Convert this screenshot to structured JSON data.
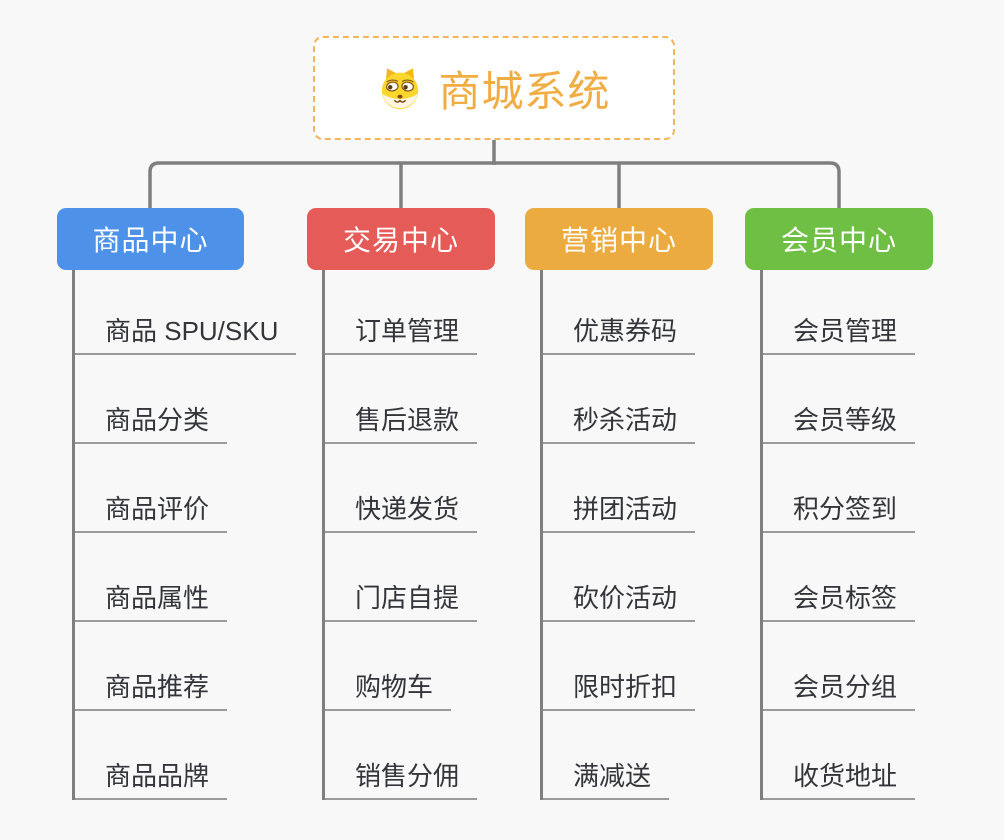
{
  "root": {
    "title": "商城系统",
    "icon": "dog-icon"
  },
  "colors": {
    "background": "#F8F8F8",
    "root_border": "#F3B45C",
    "root_text": "#F2AC44",
    "connector": "#7F7F7F",
    "leaf_underline": "#9A9A9A",
    "leaf_text": "#33353A",
    "branch_text": "#FFFFFF"
  },
  "branches": [
    {
      "label": "商品中心",
      "color": "#4D92E8",
      "children": [
        "商品 SPU/SKU",
        "商品分类",
        "商品评价",
        "商品属性",
        "商品推荐",
        "商品品牌"
      ]
    },
    {
      "label": "交易中心",
      "color": "#E55B58",
      "children": [
        "订单管理",
        "售后退款",
        "快递发货",
        "门店自提",
        "购物车",
        "销售分佣"
      ]
    },
    {
      "label": "营销中心",
      "color": "#EBAB41",
      "children": [
        "优惠券码",
        "秒杀活动",
        "拼团活动",
        "砍价活动",
        "限时折扣",
        "满减送"
      ]
    },
    {
      "label": "会员中心",
      "color": "#6EBF43",
      "children": [
        "会员管理",
        "会员等级",
        "积分签到",
        "会员标签",
        "会员分组",
        "收货地址"
      ]
    }
  ]
}
